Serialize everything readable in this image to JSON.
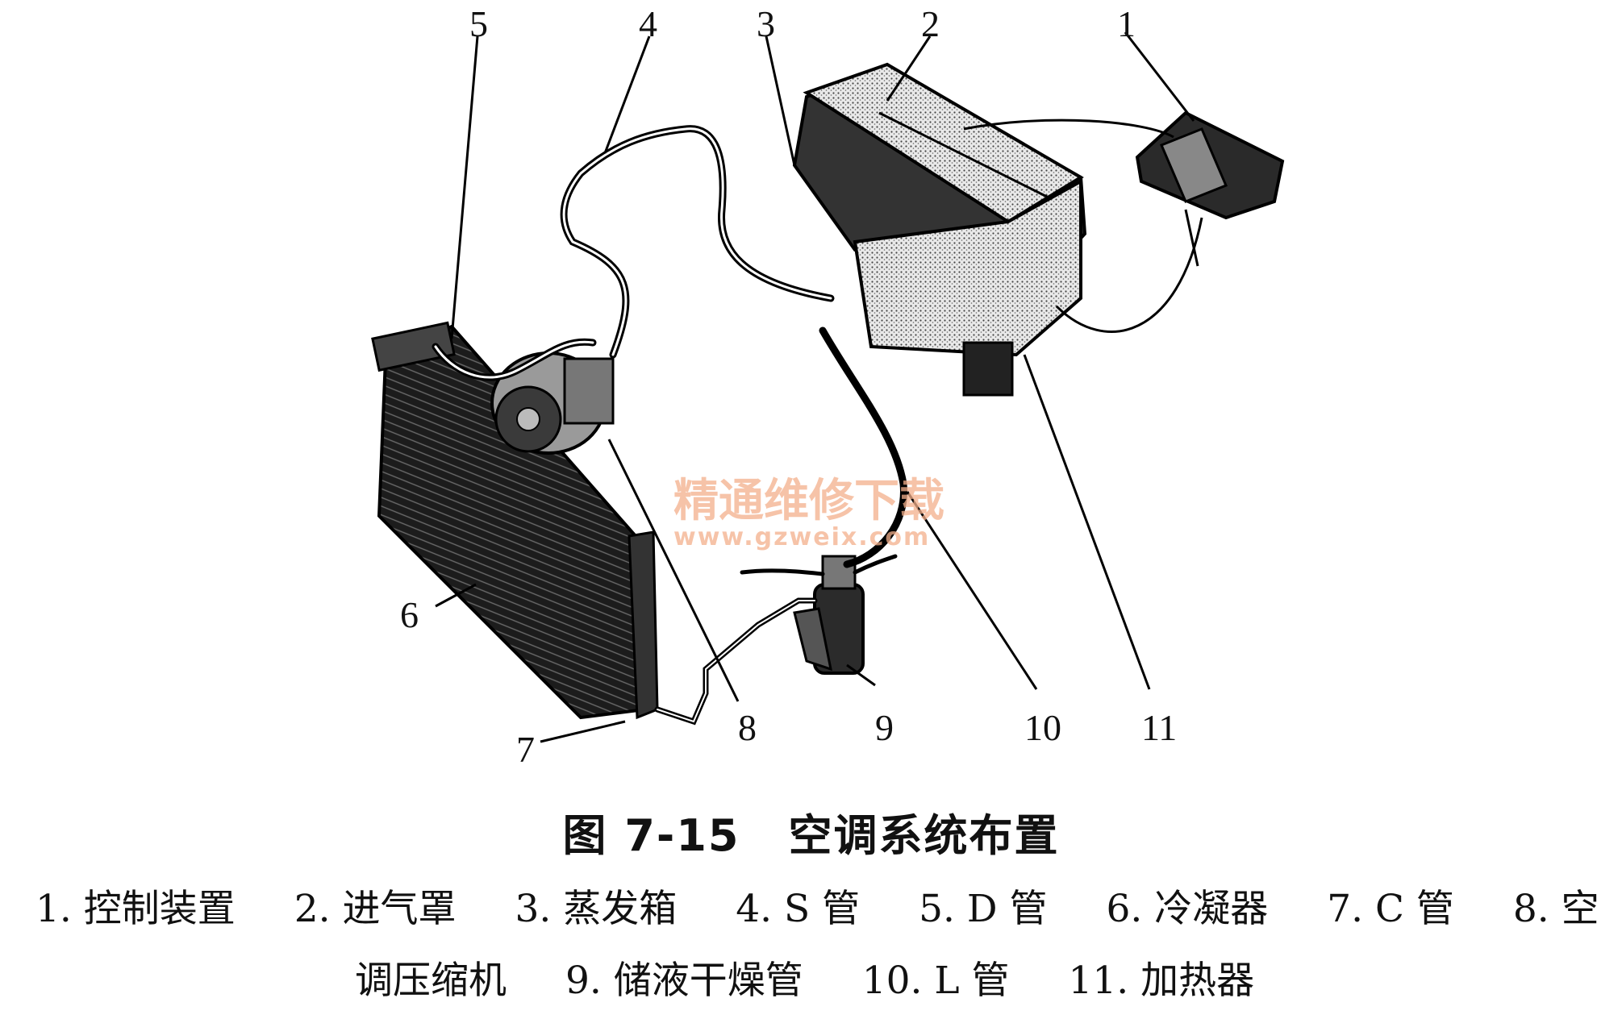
{
  "figure": {
    "callouts": [
      "1",
      "2",
      "3",
      "4",
      "5",
      "6",
      "7",
      "8",
      "9",
      "10",
      "11"
    ],
    "watermark": {
      "title": "精通维修下载",
      "url": "www.gzweix.com"
    }
  },
  "caption": {
    "number": "图 7-15",
    "title": "空调系统布置"
  },
  "legend": {
    "line1": [
      "1. 控制装置",
      "2. 进气罩",
      "3. 蒸发箱",
      "4. S 管",
      "5. D 管",
      "6. 冷凝器",
      "7. C 管",
      "8. 空"
    ],
    "line2": [
      "调压缩机",
      "9. 储液干燥管",
      "10. L 管",
      "11. 加热器"
    ]
  }
}
